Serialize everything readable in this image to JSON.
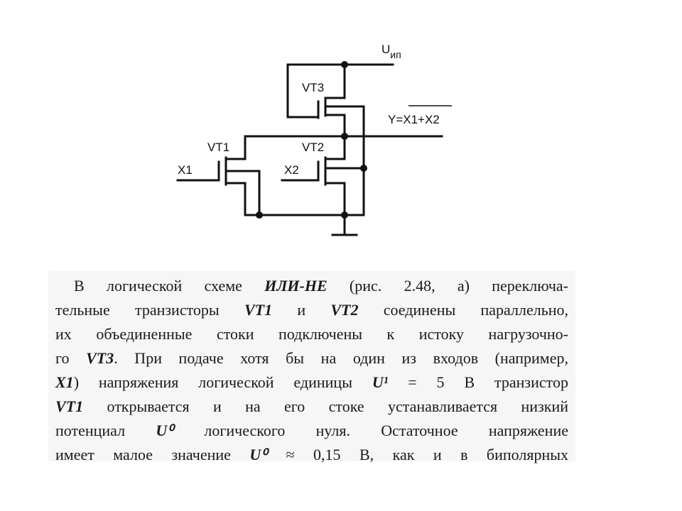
{
  "diagram": {
    "supply_label": "U",
    "supply_sub": "ип",
    "output_label": "Y=X1+X2",
    "transistors": [
      "VT3",
      "VT1",
      "VT2"
    ],
    "inputs": [
      "X1",
      "X2"
    ]
  },
  "text": {
    "lines": [
      [
        "В логической схеме ",
        "ИЛИ-НЕ",
        " (рис. 2.48, а) переключа-"
      ],
      [
        "тельные транзисторы ",
        "VT1",
        " и ",
        "VT2",
        " соединены параллельно,"
      ],
      [
        "их объединенные стоки подключены к истоку нагрузочно-"
      ],
      [
        "го ",
        "VT3",
        ". При подаче хотя бы на один из входов (например,"
      ],
      [
        "X1",
        ") напряжения логической единицы ",
        "U¹",
        " = 5 В транзистор"
      ],
      [
        "VT1",
        " открывается и на его стоке устанавливается низкий"
      ],
      [
        "потенциал ",
        "U⁰",
        " логического нуля. Остаточное напряжение"
      ],
      [
        "имеет малое значение ",
        "U⁰",
        " ≈ 0,15 В, как и в биполярных"
      ]
    ]
  }
}
